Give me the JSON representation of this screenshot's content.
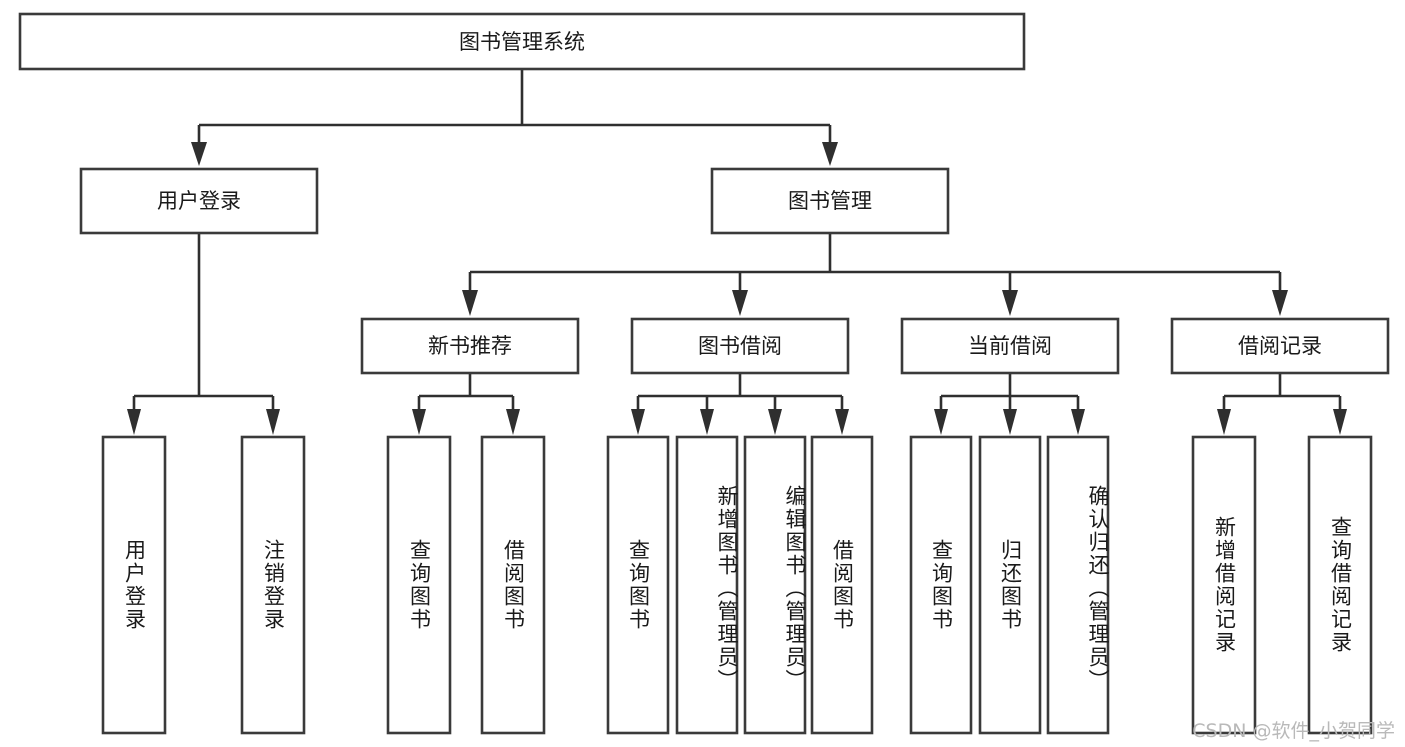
{
  "diagram": {
    "title": "图书管理系统",
    "type": "tree",
    "root": {
      "id": "root",
      "label": "图书管理系统",
      "orientation": "horizontal"
    },
    "level2": [
      {
        "id": "user-login",
        "label": "用户登录",
        "orientation": "horizontal"
      },
      {
        "id": "book-manage",
        "label": "图书管理",
        "orientation": "horizontal"
      }
    ],
    "level3": [
      {
        "id": "new-book-recommend",
        "label": "新书推荐",
        "orientation": "horizontal",
        "parent": "book-manage"
      },
      {
        "id": "book-borrow",
        "label": "图书借阅",
        "orientation": "horizontal",
        "parent": "book-manage"
      },
      {
        "id": "current-borrow",
        "label": "当前借阅",
        "orientation": "horizontal",
        "parent": "book-manage"
      },
      {
        "id": "borrow-record",
        "label": "借阅记录",
        "orientation": "horizontal",
        "parent": "book-manage"
      }
    ],
    "leaves": [
      {
        "id": "leaf-user-login",
        "label": "用户登录",
        "orientation": "vertical",
        "parent": "user-login"
      },
      {
        "id": "leaf-logout-login",
        "label": "注销登录",
        "orientation": "vertical",
        "parent": "user-login"
      },
      {
        "id": "leaf-query-book-1",
        "label": "查询图书",
        "orientation": "vertical",
        "parent": "new-book-recommend"
      },
      {
        "id": "leaf-borrow-book-1",
        "label": "借阅图书",
        "orientation": "vertical",
        "parent": "new-book-recommend"
      },
      {
        "id": "leaf-query-book-2",
        "label": "查询图书",
        "orientation": "vertical",
        "parent": "book-borrow"
      },
      {
        "id": "leaf-add-book",
        "label": "新增图书（管理员）",
        "orientation": "vertical",
        "parent": "book-borrow"
      },
      {
        "id": "leaf-edit-book",
        "label": "编辑图书（管理员）",
        "orientation": "vertical",
        "parent": "book-borrow"
      },
      {
        "id": "leaf-borrow-book-2",
        "label": "借阅图书",
        "orientation": "vertical",
        "parent": "book-borrow"
      },
      {
        "id": "leaf-query-book-3",
        "label": "查询图书",
        "orientation": "vertical",
        "parent": "current-borrow"
      },
      {
        "id": "leaf-return-book",
        "label": "归还图书",
        "orientation": "vertical",
        "parent": "current-borrow"
      },
      {
        "id": "leaf-confirm-return",
        "label": "确认归还（管理员）",
        "orientation": "vertical",
        "parent": "current-borrow"
      },
      {
        "id": "leaf-add-record",
        "label": "新增借阅记录",
        "orientation": "vertical",
        "parent": "borrow-record"
      },
      {
        "id": "leaf-query-record",
        "label": "查询借阅记录",
        "orientation": "vertical",
        "parent": "borrow-record"
      }
    ]
  },
  "watermark": {
    "text": "CSDN @软件_小贺同学"
  },
  "colors": {
    "box_stroke": "#3a3a3a",
    "connector": "#2f2f2f",
    "text": "#1a1a1a",
    "background": "#ffffff",
    "watermark": "#b9b9b9"
  }
}
